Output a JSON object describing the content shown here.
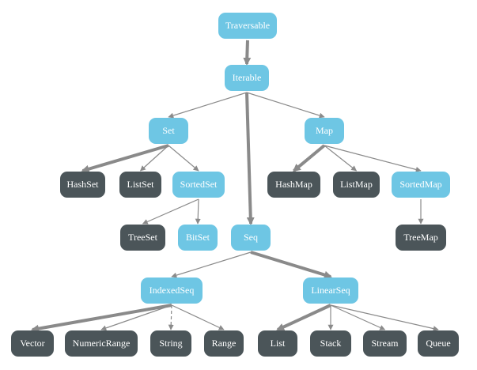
{
  "colors": {
    "trait": "#6ec6e4",
    "impl": "#4b5559",
    "edge": "#8a8a8a"
  },
  "nodes": {
    "traversable": {
      "label": "Traversable",
      "kind": "trait"
    },
    "iterable": {
      "label": "Iterable",
      "kind": "trait"
    },
    "set": {
      "label": "Set",
      "kind": "trait"
    },
    "map": {
      "label": "Map",
      "kind": "trait"
    },
    "seq": {
      "label": "Seq",
      "kind": "trait"
    },
    "sortedset": {
      "label": "SortedSet",
      "kind": "trait"
    },
    "sortedmap": {
      "label": "SortedMap",
      "kind": "trait"
    },
    "bitset": {
      "label": "BitSet",
      "kind": "trait"
    },
    "indexedseq": {
      "label": "IndexedSeq",
      "kind": "trait"
    },
    "linearseq": {
      "label": "LinearSeq",
      "kind": "trait"
    },
    "hashset": {
      "label": "HashSet",
      "kind": "impl"
    },
    "listset": {
      "label": "ListSet",
      "kind": "impl"
    },
    "treeset": {
      "label": "TreeSet",
      "kind": "impl"
    },
    "hashmap": {
      "label": "HashMap",
      "kind": "impl"
    },
    "listmap": {
      "label": "ListMap",
      "kind": "impl"
    },
    "treemap": {
      "label": "TreeMap",
      "kind": "impl"
    },
    "vector": {
      "label": "Vector",
      "kind": "impl"
    },
    "numericrange": {
      "label": "NumericRange",
      "kind": "impl"
    },
    "string": {
      "label": "String",
      "kind": "impl"
    },
    "range": {
      "label": "Range",
      "kind": "impl"
    },
    "list": {
      "label": "List",
      "kind": "impl"
    },
    "stack": {
      "label": "Stack",
      "kind": "impl"
    },
    "stream": {
      "label": "Stream",
      "kind": "impl"
    },
    "queue": {
      "label": "Queue",
      "kind": "impl"
    }
  },
  "edges": [
    {
      "from": "traversable",
      "to": "iterable",
      "style": "thick"
    },
    {
      "from": "iterable",
      "to": "set",
      "style": "thin"
    },
    {
      "from": "iterable",
      "to": "map",
      "style": "thin"
    },
    {
      "from": "iterable",
      "to": "seq",
      "style": "thick"
    },
    {
      "from": "set",
      "to": "hashset",
      "style": "thick"
    },
    {
      "from": "set",
      "to": "listset",
      "style": "thin"
    },
    {
      "from": "set",
      "to": "sortedset",
      "style": "thin"
    },
    {
      "from": "sortedset",
      "to": "treeset",
      "style": "thin"
    },
    {
      "from": "sortedset",
      "to": "bitset",
      "style": "thin"
    },
    {
      "from": "map",
      "to": "hashmap",
      "style": "thick"
    },
    {
      "from": "map",
      "to": "listmap",
      "style": "thin"
    },
    {
      "from": "map",
      "to": "sortedmap",
      "style": "thin"
    },
    {
      "from": "sortedmap",
      "to": "treemap",
      "style": "thin"
    },
    {
      "from": "seq",
      "to": "indexedseq",
      "style": "thin"
    },
    {
      "from": "seq",
      "to": "linearseq",
      "style": "thick"
    },
    {
      "from": "indexedseq",
      "to": "vector",
      "style": "thick"
    },
    {
      "from": "indexedseq",
      "to": "numericrange",
      "style": "thin"
    },
    {
      "from": "indexedseq",
      "to": "string",
      "style": "dashed"
    },
    {
      "from": "indexedseq",
      "to": "range",
      "style": "thin"
    },
    {
      "from": "linearseq",
      "to": "list",
      "style": "thick"
    },
    {
      "from": "linearseq",
      "to": "stack",
      "style": "thin"
    },
    {
      "from": "linearseq",
      "to": "stream",
      "style": "thin"
    },
    {
      "from": "linearseq",
      "to": "queue",
      "style": "thin"
    }
  ]
}
